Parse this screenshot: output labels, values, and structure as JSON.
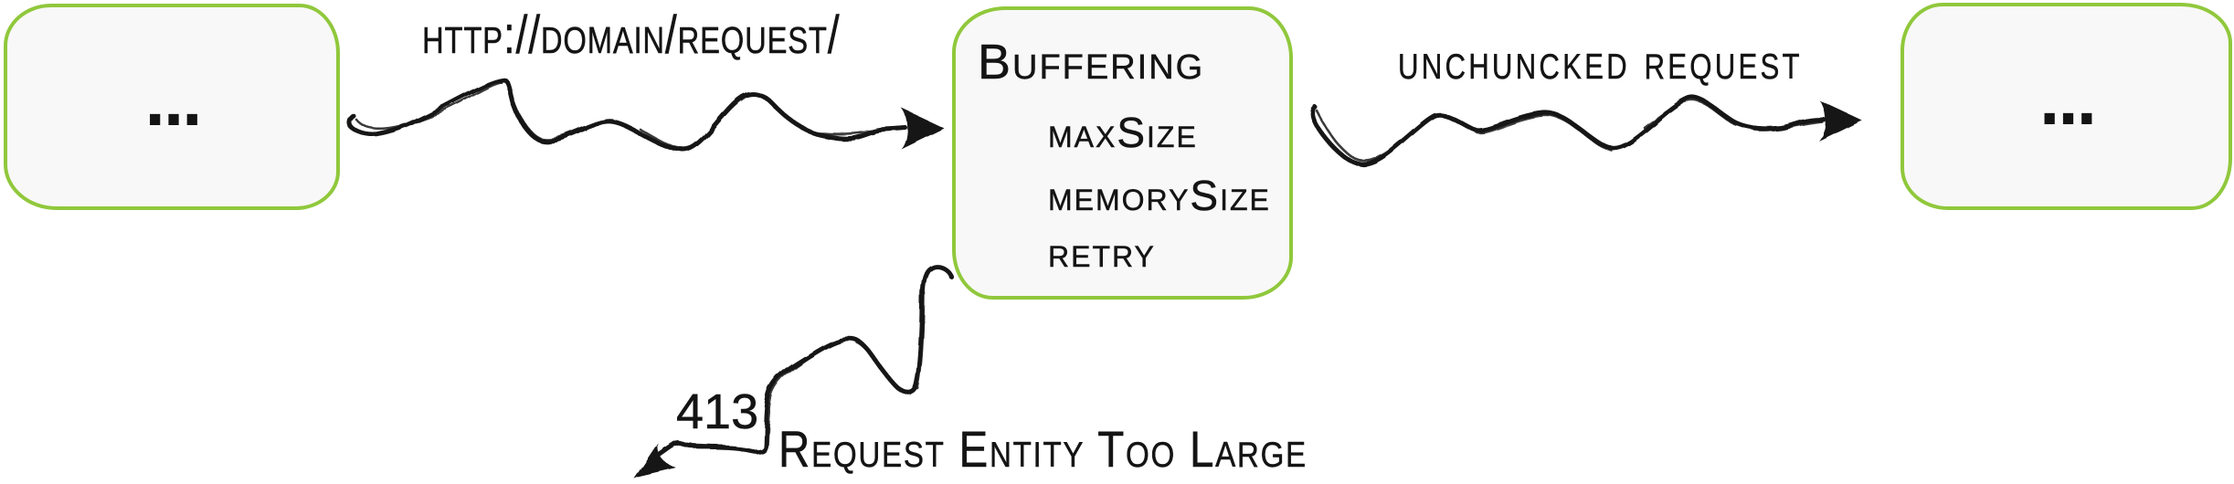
{
  "palette": {
    "background": "#ffffff",
    "node_border_green": "#90c83c",
    "node_fill": "#f8f8f8",
    "ink": "#141414"
  },
  "nodes": {
    "left_box": {
      "label": "..."
    },
    "middle_box": {
      "title": "Buffering",
      "items": [
        "maxSize",
        "memorySize",
        "retry"
      ]
    },
    "right_box": {
      "label": "..."
    }
  },
  "edges": {
    "request": {
      "label": "http://domain/request/"
    },
    "unchunked": {
      "label": "unchuncked request"
    },
    "error": {
      "code": "413",
      "label": "Request Entity Too Large"
    }
  }
}
